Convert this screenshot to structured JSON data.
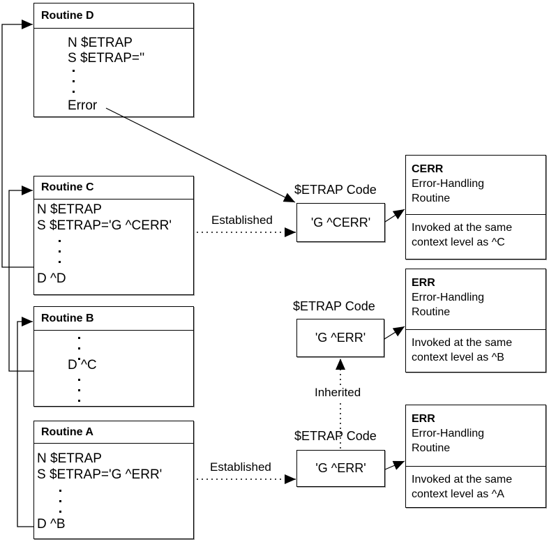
{
  "routines": {
    "d": {
      "title": "Routine D",
      "line1": "N $ETRAP",
      "line2": "S $ETRAP=''",
      "error": "Error"
    },
    "c": {
      "title": "Routine C",
      "line1": "N $ETRAP",
      "line2": "S $ETRAP='G ^CERR'",
      "call": "D ^D"
    },
    "b": {
      "title": "Routine B",
      "call": "D ^C"
    },
    "a": {
      "title": "Routine A",
      "line1": "N $ETRAP",
      "line2": "S $ETRAP='G ^ERR'",
      "call": "D ^B"
    }
  },
  "etrap": {
    "label": "$ETRAP Code",
    "code_c": "'G ^CERR'",
    "code_b": "'G ^ERR'",
    "code_a": "'G ^ERR'"
  },
  "arrow_labels": {
    "established": "Established",
    "inherited": "Inherited"
  },
  "handlers": {
    "cerr": {
      "name": "CERR",
      "desc1": "Error-Handling",
      "desc2": "Routine",
      "note1": "Invoked at the same",
      "note2": "context level as ^C"
    },
    "err_b": {
      "name": "ERR",
      "desc1": "Error-Handling",
      "desc2": "Routine",
      "note1": "Invoked at the same",
      "note2": "context level as ^B"
    },
    "err_a": {
      "name": "ERR",
      "desc1": "Error-Handling",
      "desc2": "Routine",
      "note1": "Invoked at the same",
      "note2": "context level as ^A"
    }
  },
  "colors": {
    "line": "#000000",
    "background": "#ffffff",
    "text": "#000000"
  }
}
